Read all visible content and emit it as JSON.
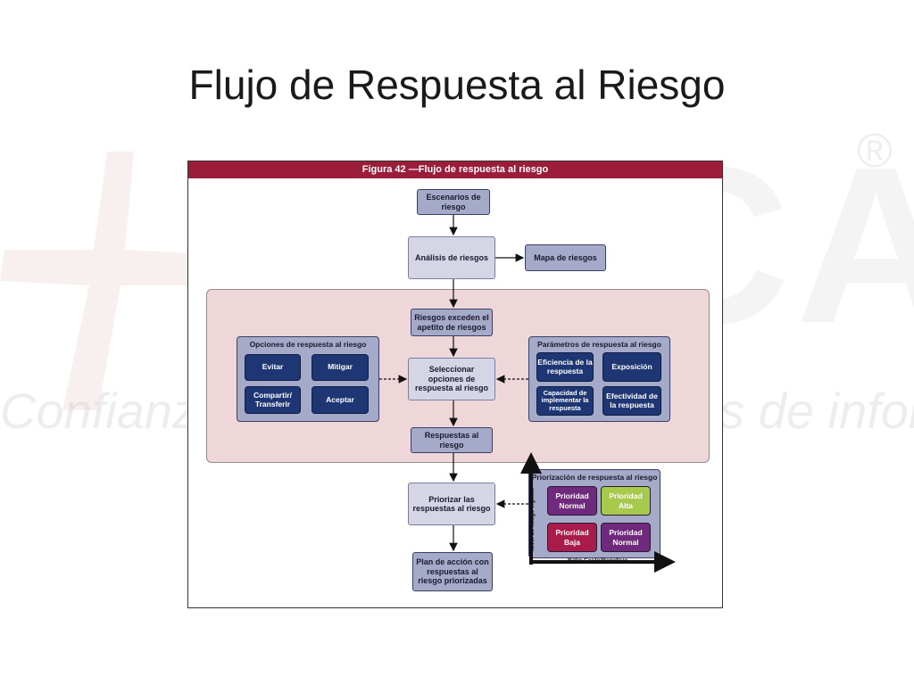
{
  "slide": {
    "title": "Flujo de Respuesta al Riesgo"
  },
  "watermark": {
    "logo_text": "ISACA",
    "registered_mark": "®",
    "tagline": "Confianza y valor de los sistemas de información"
  },
  "figure": {
    "header": "Figura 42 —Flujo de respuesta al riesgo",
    "nodes": {
      "escenarios": "Escenarios de riesgo",
      "analisis": "Análisis de riesgos",
      "mapa": "Mapa de riesgos",
      "exceden": "Riesgos exceden el apetito de riesgos",
      "seleccionar": "Seleccionar opciones de respuesta al riesgo",
      "respuestas": "Respuestas al riesgo",
      "priorizar": "Priorizar las respuestas al riesgo",
      "plan": "Plan de acción con respuestas al riesgo priorizadas"
    },
    "opciones_panel": {
      "title": "Opciones de respuesta al riesgo",
      "items": [
        "Evitar",
        "Mitigar",
        "Compartir/ Transferir",
        "Aceptar"
      ]
    },
    "parametros_panel": {
      "title": "Parámetros de respuesta al riesgo",
      "items": [
        "Eficiencia de la respuesta",
        "Exposición",
        "Capacidad de implementar la respuesta",
        "Efectividad de la respuesta"
      ]
    },
    "priorizacion_panel": {
      "title": "Priorización de respuesta al riesgo",
      "y_axis_label": "Nivel de riesgo vigente",
      "x_axis_label": "Ratio Costo/Beneficio",
      "quadrants": [
        {
          "label": "Prioridad Normal",
          "color": "#6f2a7d"
        },
        {
          "label": "Prioridad Alta",
          "color": "#a7c94c"
        },
        {
          "label": "Prioridad Baja",
          "color": "#a81b4a"
        },
        {
          "label": "Prioridad Normal",
          "color": "#6f2a7d"
        }
      ]
    },
    "colors": {
      "header": "#9b1d3a",
      "zone": "#efd6d8",
      "box": "#a6aac9",
      "option": "#1f3675"
    }
  }
}
